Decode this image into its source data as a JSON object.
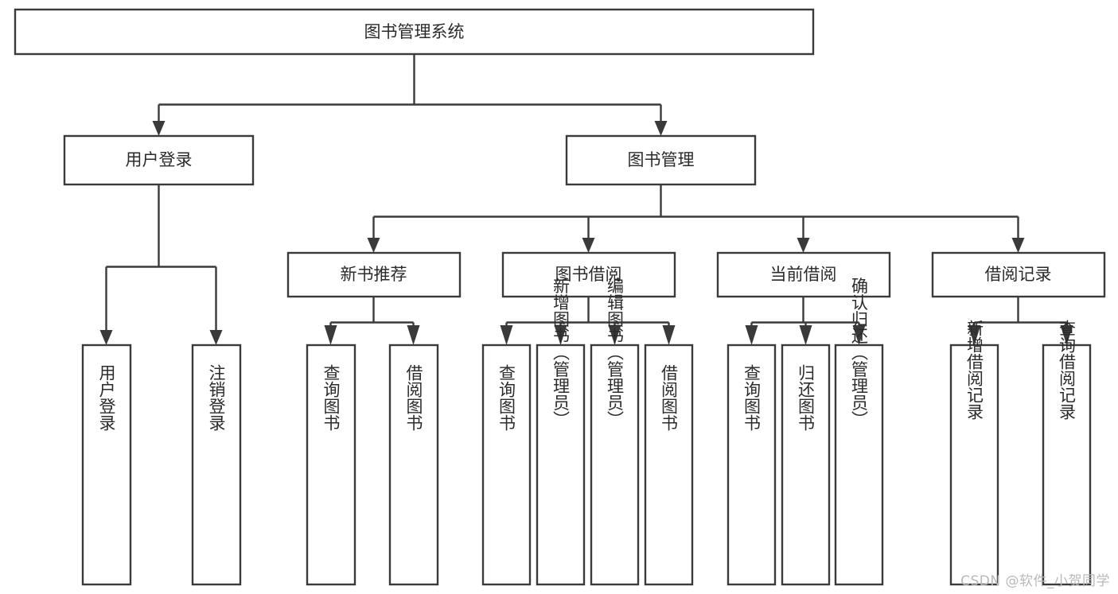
{
  "diagram": {
    "type": "tree",
    "title": "图书管理系统",
    "orientation": "top-down",
    "colors": {
      "stroke": "#3a3a3a",
      "fill": "#ffffff",
      "text": "#2b2b2b",
      "background": "#ffffff",
      "watermark": "#b9b9b9"
    },
    "watermark": "CSDN @软件_小贺同学",
    "root": {
      "label": "图书管理系统",
      "orientation": "horizontal"
    },
    "level2": [
      {
        "label": "用户登录",
        "orientation": "horizontal"
      },
      {
        "label": "图书管理",
        "orientation": "horizontal"
      }
    ],
    "level3": [
      {
        "label": "新书推荐",
        "orientation": "horizontal",
        "parent": "图书管理"
      },
      {
        "label": "图书借阅",
        "orientation": "horizontal",
        "parent": "图书管理"
      },
      {
        "label": "当前借阅",
        "orientation": "horizontal",
        "parent": "图书管理"
      },
      {
        "label": "借阅记录",
        "orientation": "horizontal",
        "parent": "图书管理"
      }
    ],
    "leaves": {
      "用户登录": [
        {
          "label": "用户登录",
          "orientation": "vertical"
        },
        {
          "label": "注销登录",
          "orientation": "vertical"
        }
      ],
      "新书推荐": [
        {
          "label": "查询图书",
          "orientation": "vertical"
        },
        {
          "label": "借阅图书",
          "orientation": "vertical"
        }
      ],
      "图书借阅": [
        {
          "label": "查询图书",
          "orientation": "vertical"
        },
        {
          "label": "新增图书（管理员）",
          "orientation": "vertical"
        },
        {
          "label": "编辑图书（管理员）",
          "orientation": "vertical"
        },
        {
          "label": "借阅图书",
          "orientation": "vertical"
        }
      ],
      "当前借阅": [
        {
          "label": "查询图书",
          "orientation": "vertical"
        },
        {
          "label": "归还图书",
          "orientation": "vertical"
        },
        {
          "label": "确认归还（管理员）",
          "orientation": "vertical"
        }
      ],
      "借阅记录": [
        {
          "label": "新增借阅记录",
          "orientation": "vertical"
        },
        {
          "label": "查询借阅记录",
          "orientation": "vertical"
        }
      ]
    }
  }
}
